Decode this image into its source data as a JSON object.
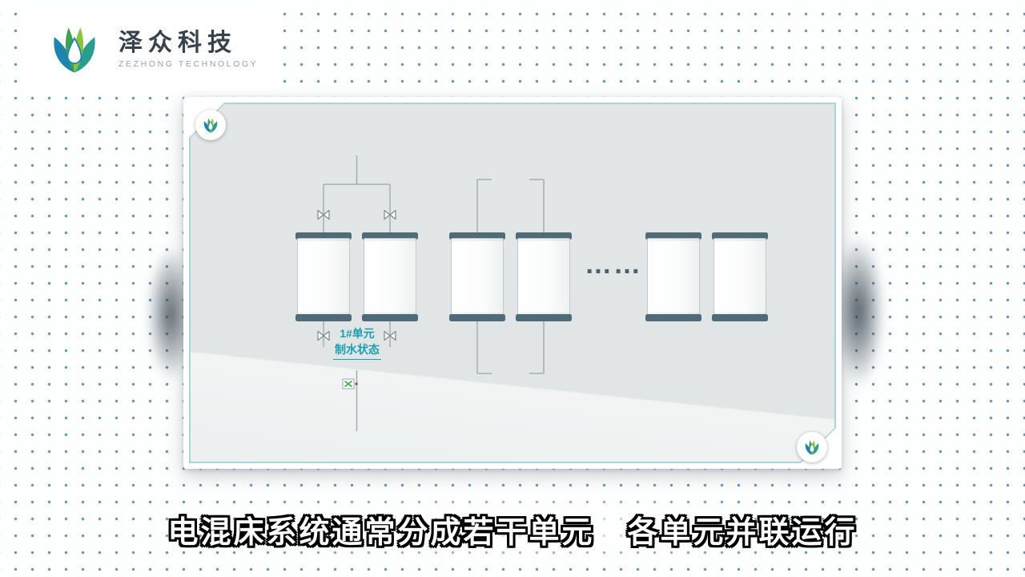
{
  "brand": {
    "name": "泽众科技",
    "name_en": "ZEZHONG TECHNOLOGY"
  },
  "card": {
    "unit_label": {
      "line1": "1#单元",
      "line2": "制水状态"
    },
    "ellipsis": "……",
    "vessel_count": 6
  },
  "subtitle": "电混床系统通常分成若干单元　各单元并联运行",
  "colors": {
    "accent_teal": "#18a0b0",
    "vessel_cap": "#4f6b77",
    "frame_teal": "#a9d5d9",
    "dot_blue": "#3e78a6",
    "brand_green": "#3fa34d",
    "brand_blue": "#1d84ae"
  }
}
